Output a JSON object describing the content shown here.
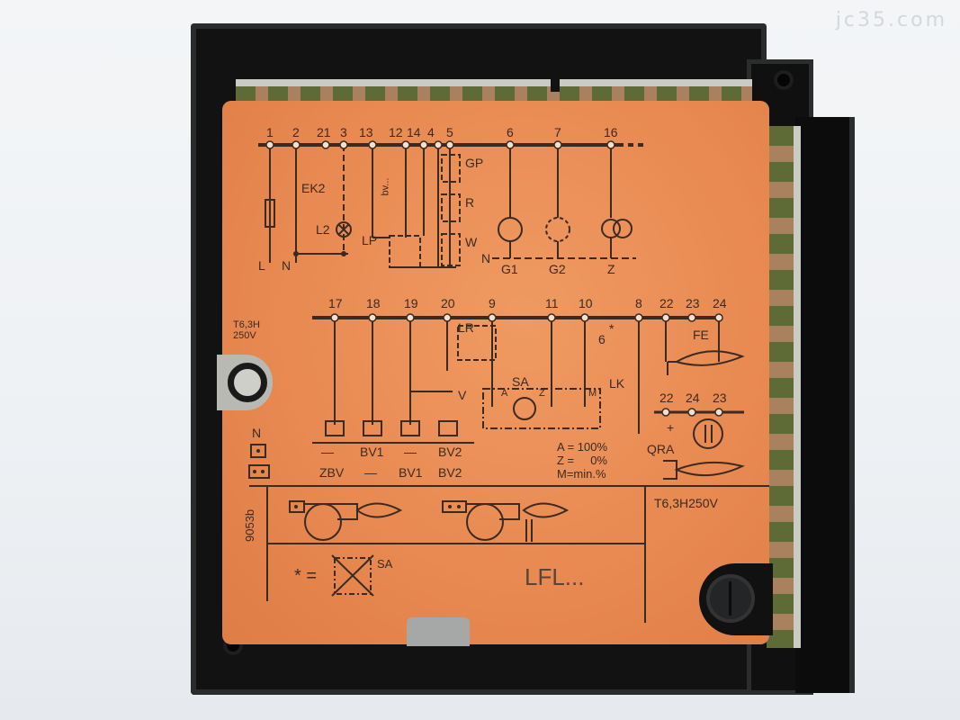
{
  "watermark": "jc35.com",
  "device": {
    "model_label": "LFL...",
    "fuse_rating": "T6,3H250V",
    "fuse_icon_label_line1": "T6,3H",
    "fuse_icon_label_line2": "250V",
    "doc_number": "9053b",
    "colors": {
      "label_orange": "#e88a52",
      "housing_black": "#121212",
      "ink": "#3a2a22",
      "pcb_green": "#5f6b36",
      "background": "#eef1f4"
    }
  },
  "top_terminals": {
    "numbers": [
      "1",
      "2",
      "21",
      "3",
      "13",
      "12",
      "14",
      "4",
      "5",
      "6",
      "7",
      "16"
    ],
    "labels": {
      "ek2": "EK2",
      "l2": "L2",
      "lp": "LP",
      "bv": "bv...",
      "gp": "GP",
      "r": "R",
      "w": "W",
      "n": "N",
      "g1": "G1",
      "g2": "G2",
      "z": "Z",
      "l": "L",
      "n_left": "N"
    }
  },
  "mid_terminals": {
    "numbers": [
      "17",
      "18",
      "19",
      "20",
      "9",
      "11",
      "10",
      "8",
      "22",
      "23",
      "24"
    ],
    "labels": {
      "lr": "LR",
      "sa": "SA",
      "v": "V",
      "lk": "LK",
      "fe": "FE",
      "star": "*",
      "six": "6",
      "a": "A",
      "z": "Z",
      "m": "M"
    }
  },
  "qra_terminals": {
    "numbers": [
      "22",
      "24",
      "23"
    ],
    "label": "QRA",
    "plus": "+"
  },
  "legend": {
    "n": "N",
    "row1": [
      "—",
      "BV1",
      "—",
      "BV2"
    ],
    "row2": [
      "ZBV",
      "—",
      "BV1",
      "BV2"
    ],
    "a_line": "A = 100%",
    "z_line": "Z =     0%",
    "m_line": "M=min.%"
  },
  "footer": {
    "star_equals": "* =",
    "sa": "SA"
  }
}
